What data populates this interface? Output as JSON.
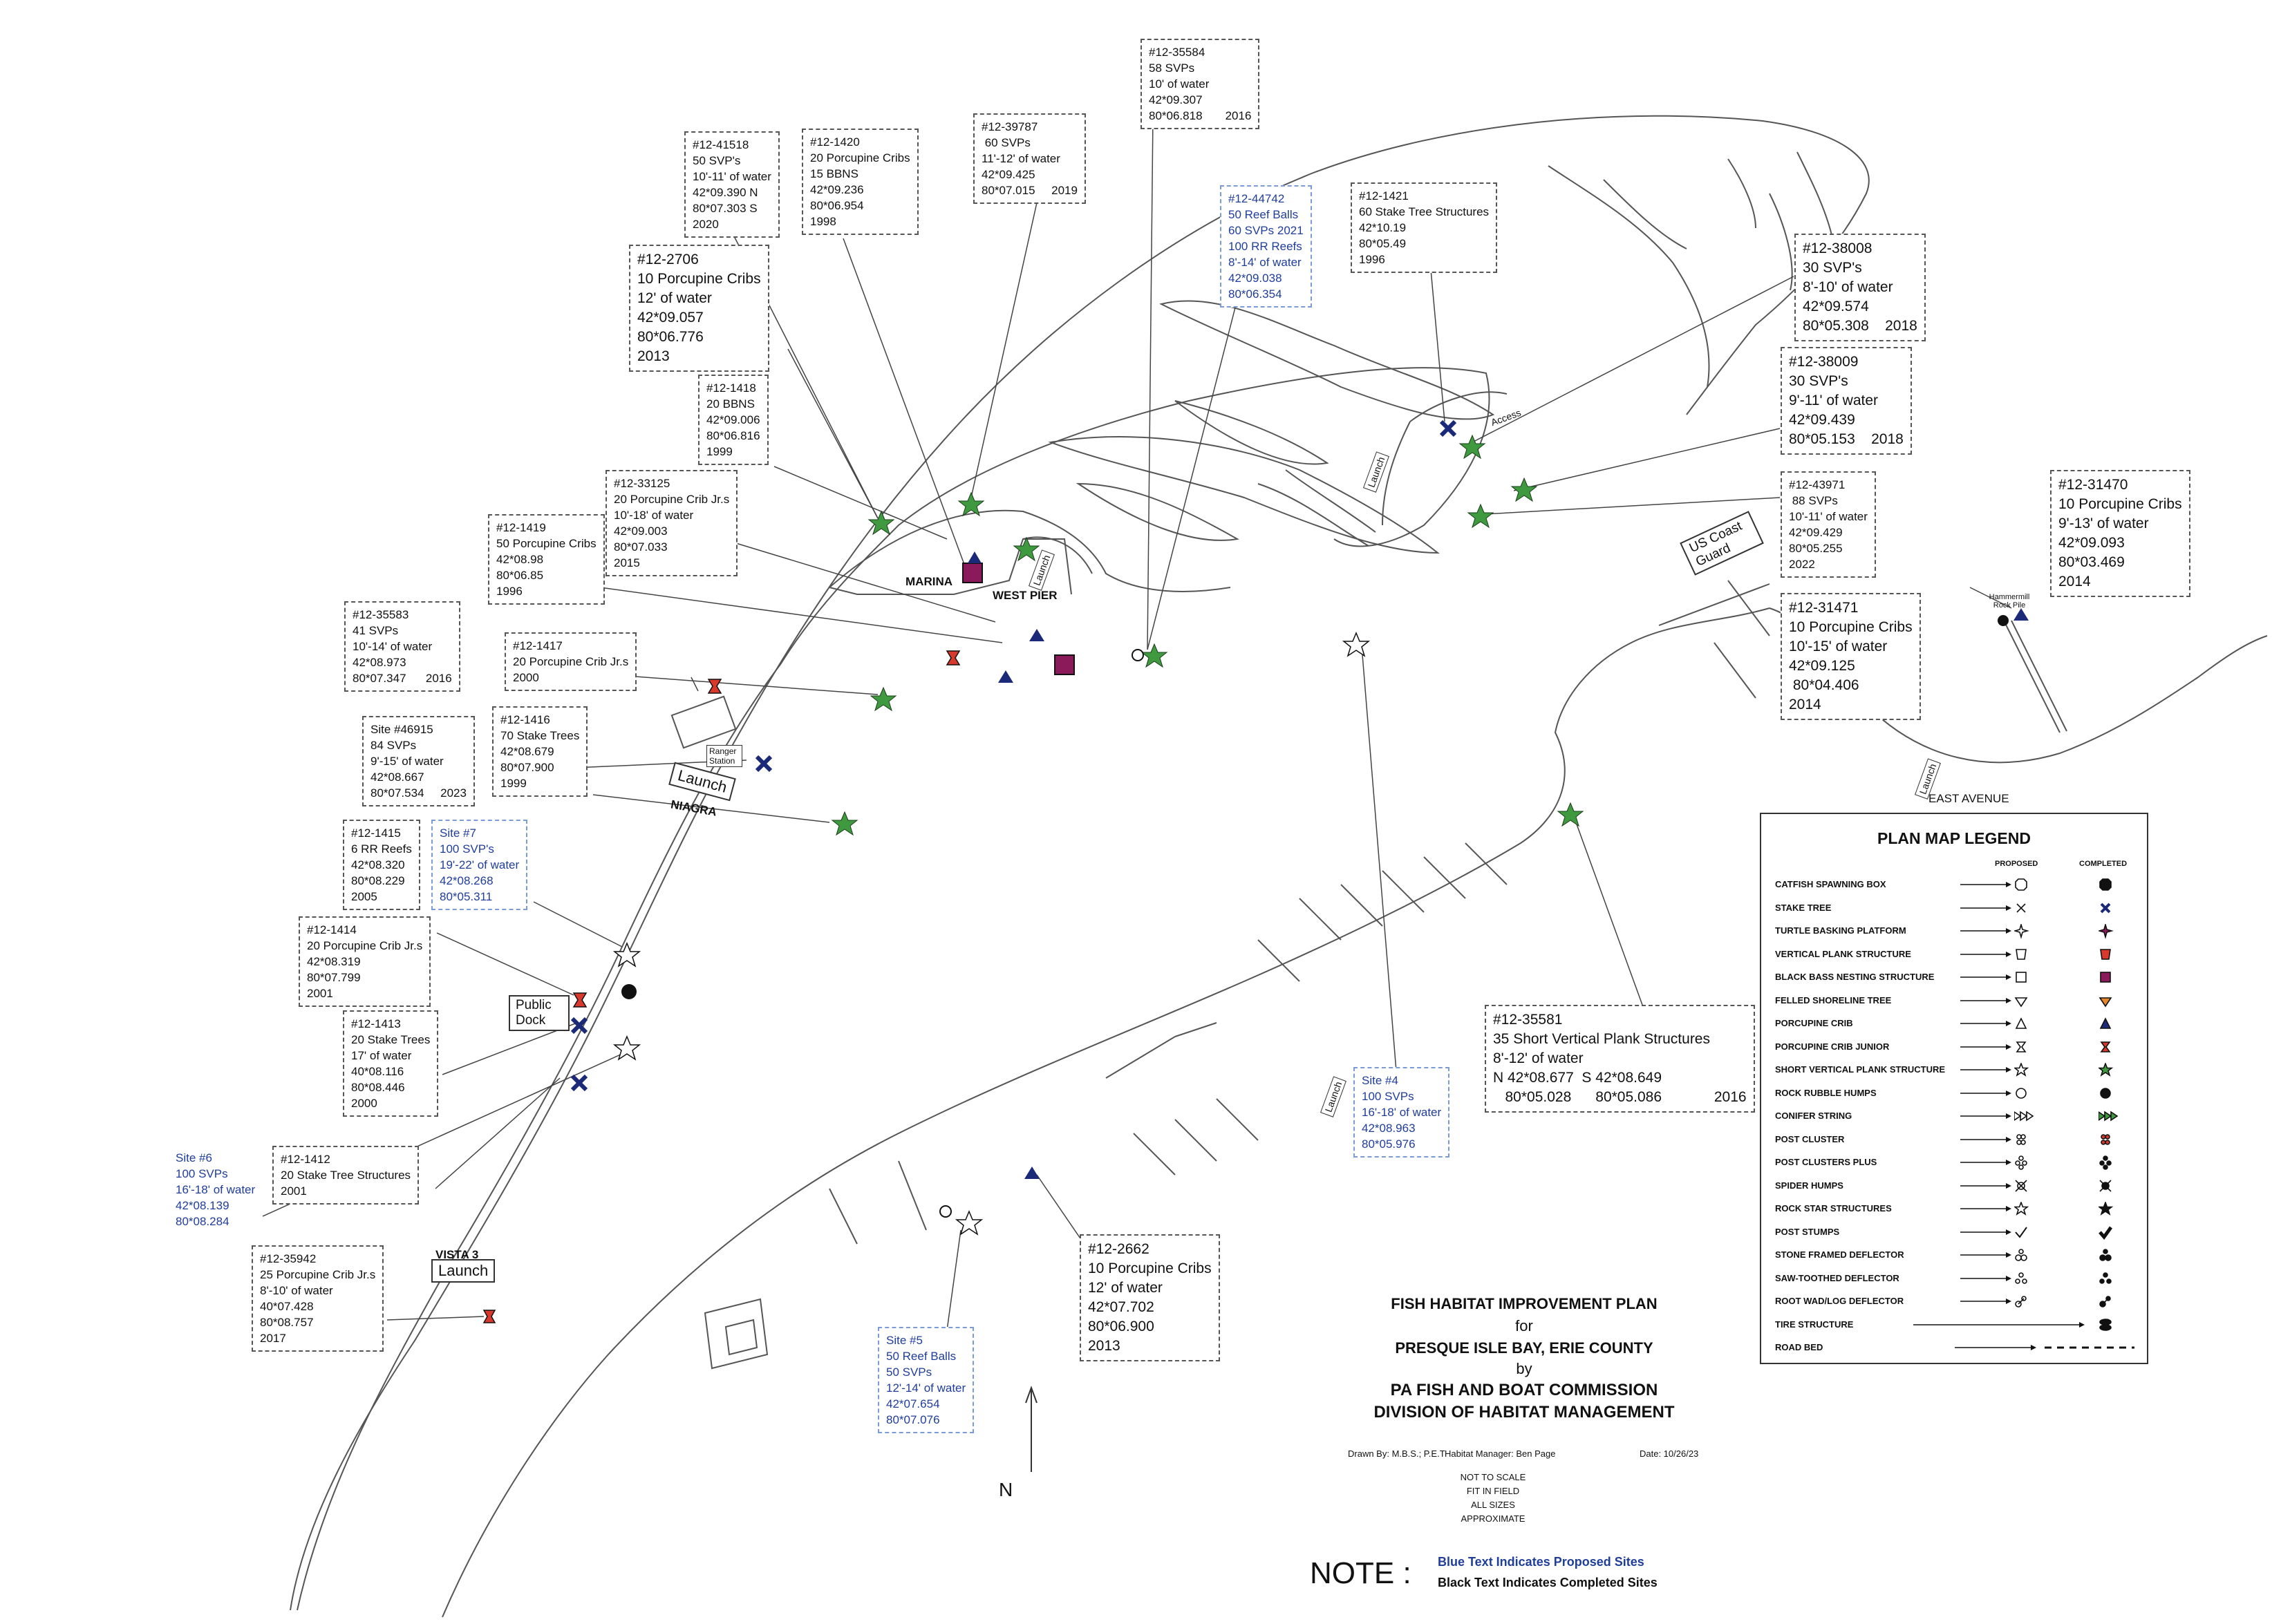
{
  "title": {
    "line1": "FISH HABITAT IMPROVEMENT PLAN",
    "line2": "for",
    "line3": "PRESQUE ISLE BAY, ERIE COUNTY",
    "line4": "by",
    "line5": "PA FISH AND BOAT COMMISSION",
    "line6": "DIVISION OF HABITAT MANAGEMENT",
    "drawn_by": "Drawn By: M.B.S.; P.E.T",
    "manager": "Habitat Manager: Ben Page",
    "date": "Date: 10/26/23",
    "scale1": "NOT TO SCALE",
    "scale2": "FIT IN FIELD",
    "scale3": "ALL SIZES APPROXIMATE"
  },
  "north_label": "N",
  "note": {
    "label": "NOTE :",
    "blue": "Blue Text Indicates Proposed Sites",
    "black": "Black Text Indicates Completed Sites",
    "blue_color": "#1f3d9a"
  },
  "legend": {
    "title": "PLAN MAP LEGEND",
    "proposed_header": "PROPOSED",
    "completed_header": "COMPLETED",
    "items": [
      {
        "name": "CATFISH SPAWNING BOX",
        "icon": "octagon"
      },
      {
        "name": "STAKE TREE",
        "icon": "x-mark"
      },
      {
        "name": "TURTLE BASKING PLATFORM",
        "icon": "four-point-star"
      },
      {
        "name": "VERTICAL PLANK STRUCTURE",
        "icon": "pentagon"
      },
      {
        "name": "BLACK BASS NESTING STRUCTURE",
        "icon": "square"
      },
      {
        "name": "FELLED SHORELINE TREE",
        "icon": "diamond"
      },
      {
        "name": "PORCUPINE CRIB",
        "icon": "triangle"
      },
      {
        "name": "PORCUPINE CRIB JUNIOR",
        "icon": "hourglass"
      },
      {
        "name": "SHORT VERTICAL PLANK STRUCTURE",
        "icon": "star"
      },
      {
        "name": "ROCK RUBBLE HUMPS",
        "icon": "circle"
      },
      {
        "name": "CONIFER STRING",
        "icon": "triple-triangle"
      },
      {
        "name": "POST CLUSTER",
        "icon": "post-cluster"
      },
      {
        "name": "POST CLUSTERS PLUS",
        "icon": "post-cluster-plus"
      },
      {
        "name": "SPIDER HUMPS",
        "icon": "spider"
      },
      {
        "name": "ROCK STAR STRUCTURES",
        "icon": "rock-star"
      },
      {
        "name": "POST STUMPS",
        "icon": "check"
      },
      {
        "name": "STONE FRAMED DEFLECTOR",
        "icon": "stone-deflector"
      },
      {
        "name": "SAW-TOOTHED DEFLECTOR",
        "icon": "saw-deflector"
      },
      {
        "name": "ROOT WAD/LOG DEFLECTOR",
        "icon": "root-wad"
      },
      {
        "name": "TIRE STRUCTURE",
        "icon": "tire"
      },
      {
        "name": "ROAD BED",
        "icon": "dashed-line"
      }
    ]
  },
  "places": {
    "marina": "MARINA",
    "west_pier": "WEST PIER",
    "launch_marina": "Launch",
    "launch_niagra": "Launch",
    "niagra": "NIAGRA",
    "ranger": "Ranger Station",
    "public_dock": "Public Dock",
    "vista3": "VISTA 3",
    "launch_vista": "Launch",
    "launch_mid": "Launch",
    "launch_east": "Launch",
    "launch_south": "Launch",
    "access": "Access",
    "us_coast_guard": "US Coast Guard",
    "east_avenue": "EAST AVENUE",
    "hammermill": "Hammermill Rock Pile"
  },
  "sites": [
    {
      "id": "s35584",
      "lines": [
        "#12-35584",
        "58 SVPs",
        "10' of water",
        "42*09.307",
        "80*06.818       2016"
      ],
      "proposed": false
    },
    {
      "id": "s41518",
      "lines": [
        "#12-41518",
        "50 SVP's",
        "10'-11' of water",
        "42*09.390 N",
        "80*07.303 S",
        "2020"
      ],
      "proposed": false
    },
    {
      "id": "s1420",
      "lines": [
        "#12-1420",
        "20 Porcupine Cribs",
        "15 BBNS",
        "42*09.236",
        "80*06.954",
        "1998"
      ],
      "proposed": false
    },
    {
      "id": "s39787",
      "lines": [
        "#12-39787",
        " 60 SVPs",
        "11'-12' of water",
        "42*09.425",
        "80*07.015     2019"
      ],
      "proposed": false
    },
    {
      "id": "s44742",
      "lines": [
        "#12-44742",
        "50 Reef Balls",
        "60 SVPs 2021",
        "100 RR Reefs",
        "8'-14' of water",
        "42*09.038",
        "80*06.354"
      ],
      "proposed": true
    },
    {
      "id": "s1421",
      "lines": [
        "#12-1421",
        "60 Stake Tree Structures",
        "42*10.19",
        "80*05.49",
        "1996"
      ],
      "proposed": false
    },
    {
      "id": "s38008",
      "lines": [
        "#12-38008",
        "30 SVP's",
        "8'-10' of water",
        "42*09.574",
        "80*05.308    2018"
      ],
      "proposed": false
    },
    {
      "id": "s2706",
      "lines": [
        "#12-2706",
        "10 Porcupine Cribs",
        "12' of water",
        "42*09.057",
        "80*06.776",
        "2013"
      ],
      "proposed": false
    },
    {
      "id": "s38009",
      "lines": [
        "#12-38009",
        "30 SVP's",
        "9'-11' of water",
        "42*09.439",
        "80*05.153    2018"
      ],
      "proposed": false
    },
    {
      "id": "s1418",
      "lines": [
        "#12-1418",
        "20 BBNS",
        "42*09.006",
        "80*06.816",
        "1999"
      ],
      "proposed": false
    },
    {
      "id": "s33125",
      "lines": [
        "#12-33125",
        "20 Porcupine Crib Jr.s",
        "10'-18' of water",
        "42*09.003",
        "80*07.033",
        "2015"
      ],
      "proposed": false
    },
    {
      "id": "s43971",
      "lines": [
        "#12-43971",
        " 88 SVPs",
        "10'-11' of water",
        "42*09.429",
        "80*05.255",
        "2022"
      ],
      "proposed": false
    },
    {
      "id": "s31470",
      "lines": [
        "#12-31470",
        "10 Porcupine Cribs",
        "9'-13' of water",
        "42*09.093",
        "80*03.469",
        "2014"
      ],
      "proposed": false
    },
    {
      "id": "s1419",
      "lines": [
        "#12-1419",
        "50 Porcupine Cribs",
        "42*08.98",
        "80*06.85",
        "1996"
      ],
      "proposed": false
    },
    {
      "id": "s31471",
      "lines": [
        "#12-31471",
        "10 Porcupine Cribs",
        "10'-15' of water",
        "42*09.125",
        " 80*04.406",
        "2014"
      ],
      "proposed": false
    },
    {
      "id": "s35583",
      "lines": [
        "#12-35583",
        "41 SVPs",
        "10'-14' of water",
        "42*08.973",
        "80*07.347      2016"
      ],
      "proposed": false
    },
    {
      "id": "s1417",
      "lines": [
        "#12-1417",
        "20 Porcupine Crib Jr.s",
        "2000"
      ],
      "proposed": false
    },
    {
      "id": "s46915",
      "lines": [
        "Site #46915",
        "84 SVPs",
        "9'-15' of water",
        "42*08.667",
        "80*07.534     2023"
      ],
      "proposed": false
    },
    {
      "id": "s1416",
      "lines": [
        "#12-1416",
        "70 Stake Trees",
        "42*08.679",
        "80*07.900",
        "1999"
      ],
      "proposed": false
    },
    {
      "id": "s1415",
      "lines": [
        "#12-1415",
        "6 RR Reefs",
        "42*08.320",
        "80*08.229",
        "2005"
      ],
      "proposed": false
    },
    {
      "id": "site7",
      "lines": [
        "Site #7",
        "100 SVP's",
        "19'-22' of water",
        "42*08.268",
        "80*05.311"
      ],
      "proposed": true
    },
    {
      "id": "s1414",
      "lines": [
        "#12-1414",
        "20 Porcupine Crib Jr.s",
        "42*08.319",
        "80*07.799",
        "2001"
      ],
      "proposed": false
    },
    {
      "id": "s1413",
      "lines": [
        "#12-1413",
        "20 Stake Trees",
        "17' of water",
        "40*08.116",
        "80*08.446",
        "2000"
      ],
      "proposed": false
    },
    {
      "id": "s35581",
      "lines": [
        "#12-35581",
        "35 Short Vertical Plank Structures",
        "8'-12' of water",
        "N 42*08.677  S 42*08.649",
        "   80*05.028      80*05.086             2016"
      ],
      "proposed": false
    },
    {
      "id": "site4",
      "lines": [
        "Site #4",
        "100 SVPs",
        "16'-18' of water",
        "42*08.963",
        "80*05.976"
      ],
      "proposed": true
    },
    {
      "id": "site6",
      "lines": [
        "Site #6",
        "100 SVPs",
        "16'-18' of water",
        "42*08.139",
        "80*08.284"
      ],
      "proposed": true
    },
    {
      "id": "s1412",
      "lines": [
        "#12-1412",
        "20 Stake Tree Structures",
        "",
        "2001"
      ],
      "proposed": false
    },
    {
      "id": "s2662",
      "lines": [
        "#12-2662",
        "10 Porcupine Cribs",
        "12' of water",
        "42*07.702",
        "80*06.900",
        "2013"
      ],
      "proposed": false
    },
    {
      "id": "s35942",
      "lines": [
        "#12-35942",
        "25 Porcupine Crib Jr.s",
        "8'-10' of water",
        "40*07.428",
        "80*08.757",
        "2017"
      ],
      "proposed": false
    },
    {
      "id": "site5",
      "lines": [
        "Site #5",
        "50 Reef Balls",
        "50 SVPs",
        "12'-14' of water",
        "42*07.654",
        "80*07.076"
      ],
      "proposed": true
    }
  ],
  "colors": {
    "stake_tree": "#1b2a78",
    "porcupine_crib": "#1b2a78",
    "svp_star": "#3f9a3f",
    "bbns": "#8b1a5a",
    "crib_jr": "#d9382c",
    "proposed_text": "#1f3d9a"
  }
}
